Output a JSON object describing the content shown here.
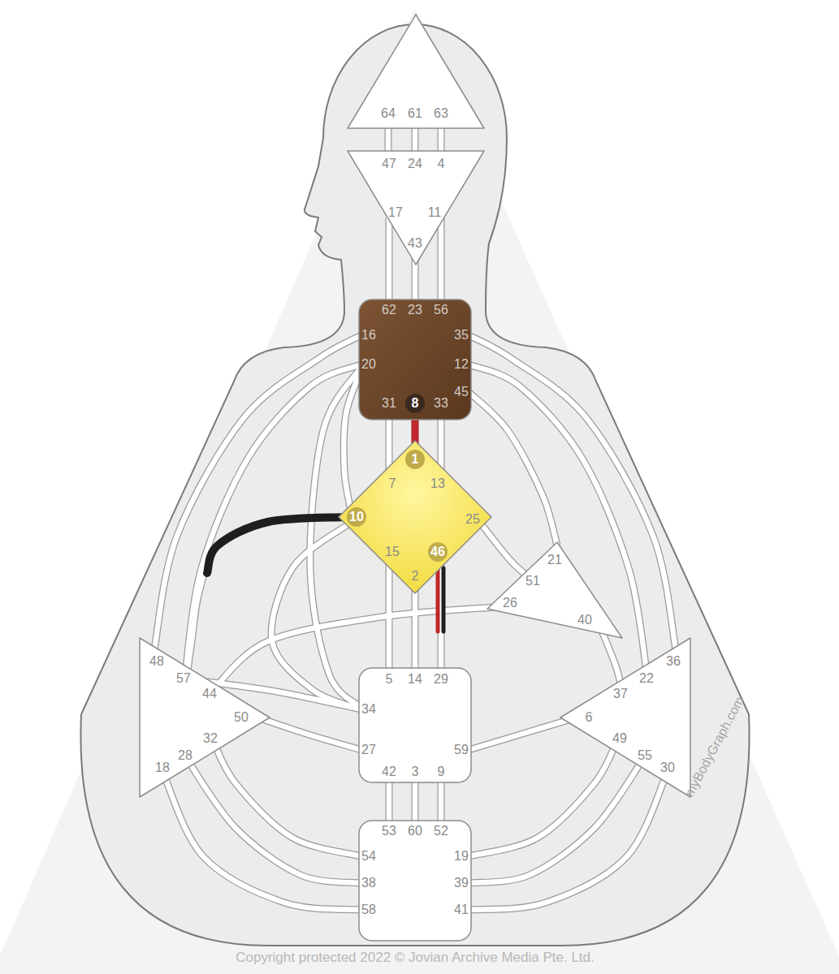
{
  "diagram": {
    "nodes": [
      {
        "text": [
          "64",
          "61",
          "63"
        ]
      },
      {
        "text": [
          "47",
          "24",
          "4",
          "17",
          "11",
          "43"
        ]
      },
      {
        "text": [
          "62",
          "23",
          "56",
          "16",
          "35",
          "20",
          "12",
          "45",
          "31",
          "8",
          "33"
        ]
      },
      {
        "text": [
          "1",
          "7",
          "13",
          "10",
          "25",
          "15",
          "46",
          "2"
        ]
      },
      {
        "text": [
          "21",
          "51",
          "26",
          "40"
        ]
      },
      {
        "text": [
          "48",
          "57",
          "44",
          "50",
          "32",
          "28",
          "18"
        ]
      },
      {
        "text": [
          "5",
          "14",
          "29",
          "34",
          "27",
          "59",
          "42",
          "3",
          "9"
        ]
      },
      {
        "text": [
          "36",
          "22",
          "37",
          "6",
          "49",
          "55",
          "30"
        ]
      },
      {
        "text": [
          "53",
          "60",
          "52",
          "54",
          "19",
          "38",
          "39",
          "58",
          "41"
        ]
      }
    ],
    "edges": [
      {
        "from": 0,
        "to": 1,
        "arrow": "none"
      },
      {
        "from": 0,
        "to": 1,
        "arrow": "none"
      },
      {
        "from": 0,
        "to": 1,
        "arrow": "none"
      },
      {
        "from": 1,
        "to": 2,
        "arrow": "none"
      },
      {
        "from": 1,
        "to": 2,
        "arrow": "none"
      },
      {
        "from": 1,
        "to": 2,
        "arrow": "none"
      },
      {
        "from": 2,
        "to": 3,
        "arrow": "none"
      },
      {
        "from": 2,
        "to": 3,
        "arrow": "none"
      },
      {
        "from": 2,
        "to": 3,
        "arrow": "none"
      },
      {
        "from": 2,
        "to": 3,
        "arrow": "none"
      },
      {
        "from": 2,
        "to": 4,
        "arrow": "none"
      },
      {
        "from": 2,
        "to": 5,
        "arrow": "none"
      },
      {
        "from": 2,
        "to": 5,
        "arrow": "none"
      },
      {
        "from": 2,
        "to": 6,
        "arrow": "none"
      },
      {
        "from": 2,
        "to": 7,
        "arrow": "none"
      },
      {
        "from": 2,
        "to": 7,
        "arrow": "none"
      },
      {
        "from": 3,
        "to": 4,
        "arrow": "none"
      },
      {
        "from": 3,
        "to": 5,
        "arrow": "none"
      },
      {
        "from": 3,
        "to": 6,
        "arrow": "none"
      },
      {
        "from": 3,
        "to": 6,
        "arrow": "none"
      },
      {
        "from": 3,
        "to": 6,
        "arrow": "none"
      },
      {
        "from": 3,
        "to": 6,
        "arrow": "none"
      },
      {
        "from": 4,
        "to": 5,
        "arrow": "none"
      },
      {
        "from": 4,
        "to": 7,
        "arrow": "none"
      },
      {
        "from": 5,
        "to": 6,
        "arrow": "none"
      },
      {
        "from": 5,
        "to": 6,
        "arrow": "none"
      },
      {
        "from": 5,
        "to": 8,
        "arrow": "none"
      },
      {
        "from": 5,
        "to": 8,
        "arrow": "none"
      },
      {
        "from": 5,
        "to": 8,
        "arrow": "none"
      },
      {
        "from": 6,
        "to": 7,
        "arrow": "none"
      },
      {
        "from": 6,
        "to": 8,
        "arrow": "none"
      },
      {
        "from": 6,
        "to": 8,
        "arrow": "none"
      },
      {
        "from": 6,
        "to": 8,
        "arrow": "none"
      },
      {
        "from": 7,
        "to": 8,
        "arrow": "none"
      },
      {
        "from": 7,
        "to": 8,
        "arrow": "none"
      },
      {
        "from": 7,
        "to": 8,
        "arrow": "none"
      }
    ],
    "labels": [
      "myBodyGraph.com",
      "Copyright protected 2022 © Jovian Archive Media Pte. Ltd."
    ]
  }
}
